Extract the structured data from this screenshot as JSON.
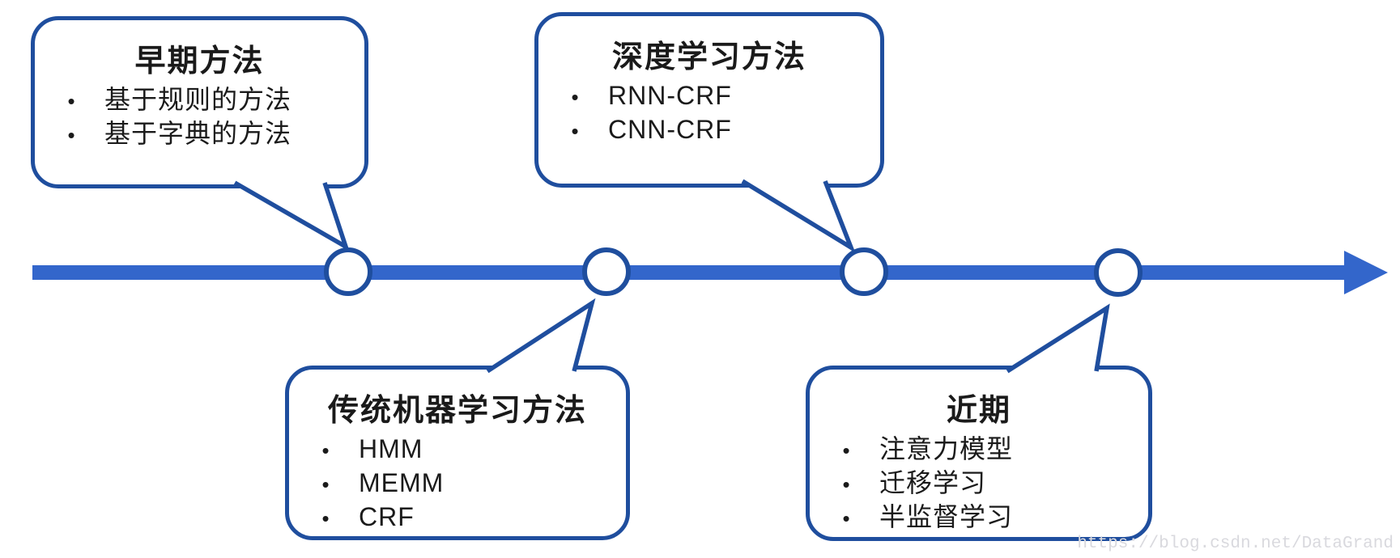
{
  "timeline": {
    "direction": "left-to-right",
    "node_count": 4
  },
  "bullet_char": "•",
  "callouts": [
    {
      "title": "早期方法",
      "items": [
        "基于规则的方法",
        "基于字典的方法"
      ],
      "position": "top",
      "node": 1
    },
    {
      "title": "深度学习方法",
      "items": [
        "RNN-CRF",
        "CNN-CRF"
      ],
      "position": "top",
      "node": 3
    },
    {
      "title": "传统机器学习方法",
      "items": [
        "HMM",
        "MEMM",
        "CRF"
      ],
      "position": "bottom",
      "node": 2
    },
    {
      "title": "近期",
      "items": [
        "注意力模型",
        "迁移学习",
        "半监督学习"
      ],
      "position": "bottom",
      "node": 4
    }
  ],
  "watermark": {
    "text": "https://blog.csdn.net/DataGrand"
  },
  "colors": {
    "timeline_blue": "#3366CB",
    "outline_blue": "#1F4E9E",
    "text_black": "#1A1A1A",
    "watermark_gray": "#D9D9DE",
    "background": "#FFFFFF"
  }
}
